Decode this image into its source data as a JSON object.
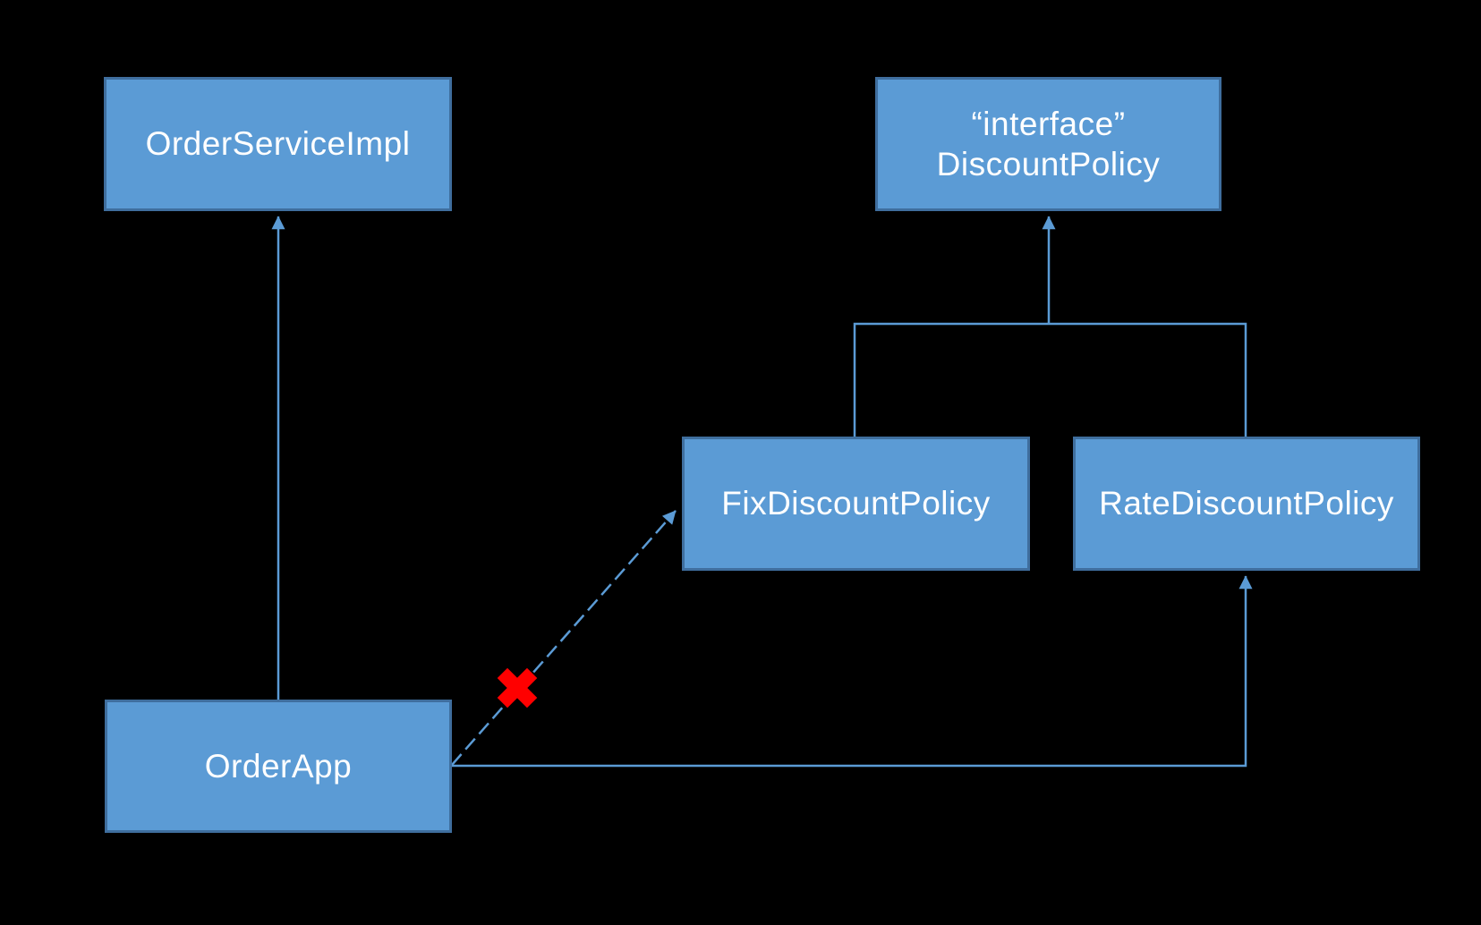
{
  "nodes": {
    "order_service_impl": {
      "label": "OrderServiceImpl"
    },
    "discount_policy": {
      "label_line1": "“interface”",
      "label_line2": "DiscountPolicy"
    },
    "fix_discount_policy": {
      "label": "FixDiscountPolicy"
    },
    "rate_discount_policy": {
      "label": "RateDiscountPolicy"
    },
    "order_app": {
      "label": "OrderApp"
    }
  },
  "edges": [
    {
      "from": "OrderApp",
      "to": "OrderServiceImpl",
      "style": "solid",
      "arrow": "filled-triangle-up"
    },
    {
      "from": "FixDiscountPolicy",
      "to": "DiscountPolicy",
      "style": "solid-elbow-shared-trunk",
      "arrow": "filled-triangle-up"
    },
    {
      "from": "RateDiscountPolicy",
      "to": "DiscountPolicy",
      "style": "solid-elbow-shared-trunk",
      "arrow": "filled-triangle-up"
    },
    {
      "from": "OrderApp",
      "to": "FixDiscountPolicy",
      "style": "dashed-diagonal",
      "arrow": "filled-triangle",
      "removed": true,
      "marker": "red-x"
    },
    {
      "from": "OrderApp",
      "to": "RateDiscountPolicy",
      "style": "solid-elbow",
      "arrow": "filled-triangle-up"
    }
  ],
  "colors": {
    "background": "#000000",
    "node_fill": "#5B9BD5",
    "node_border": "#3F6E9E",
    "node_text": "#FFFFFF",
    "connector": "#5B9BD5",
    "removed_mark": "#FF0000"
  }
}
